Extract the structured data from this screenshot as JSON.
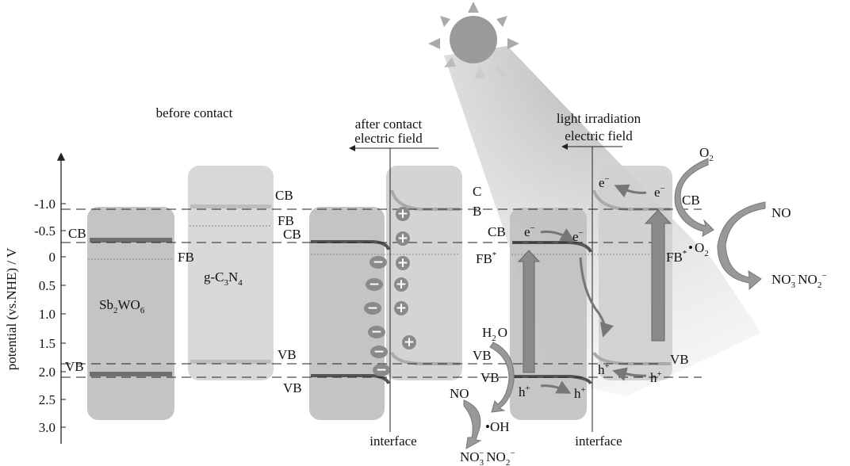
{
  "colors": {
    "band_dark": "#6f6f6f",
    "box": "#c8c8c8",
    "box_light": "#d6d6d6",
    "beam": "#b9b9b9",
    "arrow": "#8a8a8a"
  },
  "axis": {
    "label": "potential (vs.NHE) / V",
    "ticks": [
      "-1.0",
      "-0.5",
      "0",
      "0.5",
      "1.0",
      "1.5",
      "2.0",
      "2.5",
      "3.0"
    ]
  },
  "panels": {
    "before": {
      "title": "before contact",
      "sb_label": "Sb",
      "sb_sub1": "2",
      "sb_mid": "WO",
      "sb_sub2": "6",
      "gcn_label": "g-C",
      "gcn_sub1": "3",
      "gcn_mid": "N",
      "gcn_sub2": "4",
      "cb_sb": "CB",
      "fb_sb": "FB",
      "vb_sb": "VB",
      "cb_gcn": "CB",
      "fb_gcn": "FB",
      "vb_gcn": "VB"
    },
    "after": {
      "title": "after contact",
      "field": "electric field",
      "interface": "interface",
      "cb_left": "CB",
      "vb_left": "VB",
      "vb_right": "VB",
      "c": "C",
      "b": "B",
      "plus": "+",
      "minus": "−"
    },
    "light": {
      "title": "light irradiation",
      "field": "electric field",
      "interface": "interface",
      "cb": "CB",
      "fb_star": "FB",
      "star": "*",
      "vb_left": "VB",
      "vb_left2": "VB",
      "vb_right": "VB",
      "cb_right": "CB",
      "fb_right": "FB",
      "e": "e",
      "h": "h",
      "minus_sup": "−",
      "plus_sup": "+",
      "o2": "O",
      "o2_sub": "2",
      "no": "NO",
      "dot": "•",
      "o2_rad": "O",
      "o2_rad_sub": "2",
      "no3": "NO",
      "no3_sub": "3",
      "no2": "NO",
      "no2_sub": "2",
      "sup_minus": "−",
      "h2o": "H",
      "h2o_sub": "2",
      "h2o_o": "O",
      "no_left": "NO",
      "oh": "•OH"
    }
  }
}
